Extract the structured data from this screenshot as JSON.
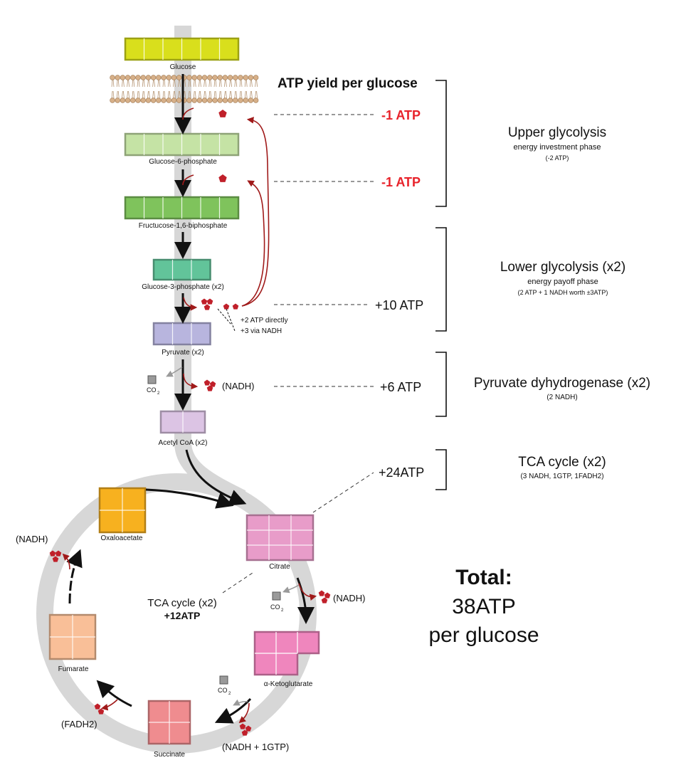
{
  "header": {
    "title": "ATP yield per glucose"
  },
  "molecules": {
    "glucose": "Glucose",
    "g6p": "Glucose-6-phosphate",
    "f16bp": "Fructucose-1,6-biphosphate",
    "g3p": "Glucose-3-phosphate (x2)",
    "pyruvate": "Pyruvate (x2)",
    "acetylcoa": "Acetyl CoA (x2)",
    "citrate": "Citrate",
    "akg": "α-Ketoglutarate",
    "succinate": "Succinate",
    "fumarate": "Fumarate",
    "oxaloacetate": "Oxaloacetate"
  },
  "side_labels": {
    "co2": "CO",
    "co2_sub": "2",
    "atp_directly": "+2 ATP directly",
    "via_nadh": "+3 via NADH",
    "pdh_nadh": "(NADH)",
    "citrate_nadh": "(NADH)",
    "akg_out": "(NADH + 1GTP)",
    "succ_out": "(FADH2)",
    "oxa_nadh": "(NADH)"
  },
  "atp_values": {
    "step1": "-1 ATP",
    "step2": "-1 ATP",
    "lower": "+10 ATP",
    "pdh": "+6 ATP",
    "tca": "+24ATP"
  },
  "phases": {
    "upper": {
      "title": "Upper glycolysis",
      "sub1": "energy investment phase",
      "sub2": "(-2 ATP)"
    },
    "lower": {
      "title": "Lower glycolysis (x2)",
      "sub1": "energy payoff phase",
      "sub2": "(2 ATP + 1 NADH worth ±3ATP)"
    },
    "pdh": {
      "title": "Pyruvate dyhydrogenase (x2)",
      "sub1": "(2 NADH)"
    },
    "tca": {
      "title": "TCA cycle (x2)",
      "sub1": "(3 NADH, 1GTP, 1FADH2)"
    }
  },
  "cycle": {
    "label": "TCA cycle (x2)",
    "atp": "+12ATP"
  },
  "total": {
    "line1": "Total:",
    "line2": "38ATP",
    "line3": "per glucose"
  },
  "colors": {
    "glucose": "#d9df1c",
    "g6p": "#c5e3a5",
    "f16bp": "#7fc35c",
    "g3p": "#62c49a",
    "pyruvate": "#b8b5de",
    "acetylcoa": "#dcc4e4",
    "citrate": "#e89cc9",
    "akg": "#ef86bd",
    "succinate": "#ef8c8f",
    "fumarate": "#f9bf98",
    "oxaloacetate": "#f7b11f",
    "phosphate": "#c0202a",
    "loss": "#e8222a",
    "track": "#d7d7d7"
  }
}
